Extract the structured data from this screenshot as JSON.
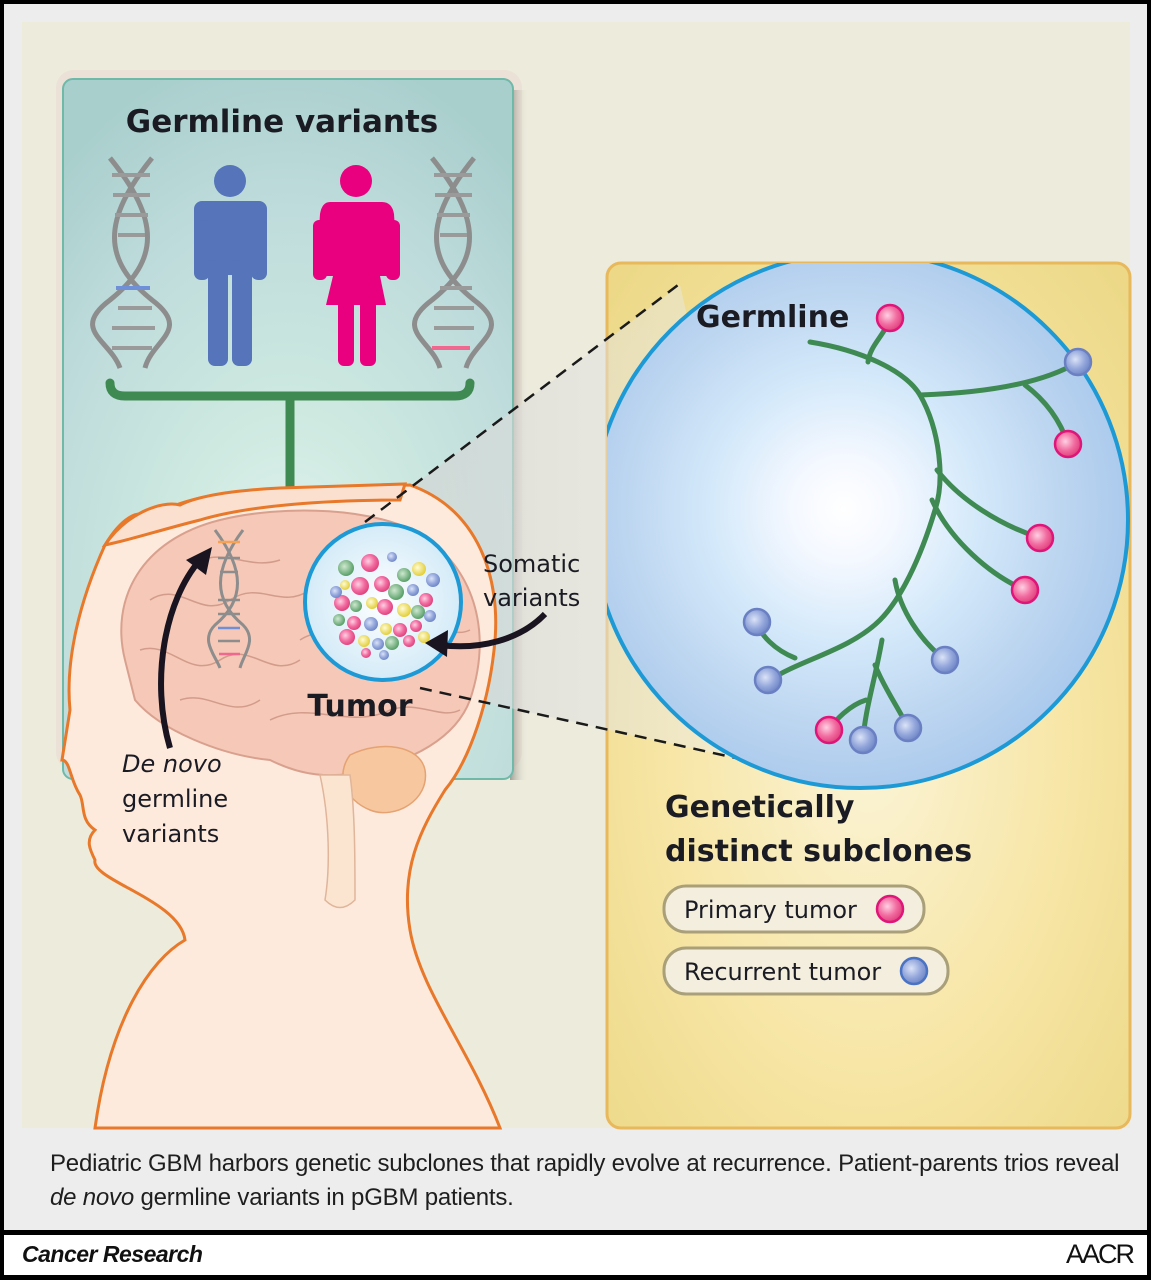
{
  "figure": {
    "type": "graphical-abstract",
    "colors": {
      "panel_teal": "#b9dcd9",
      "panel_yellow": "#ecd98a",
      "background_cream": "#ecebdc",
      "outer_margin": "#ededed",
      "father_blue": "#5574b9",
      "mother_magenta": "#e8007f",
      "tree_green": "#3f8a52",
      "primary_pink": "#ec4f8c",
      "recurrent_blue": "#8b9fd6",
      "circle_outline": "#1d9ad6",
      "skin": "#fdeadc",
      "skin_outline": "#e8782a",
      "brain": "#f5c8b7"
    }
  },
  "germline_panel": {
    "title": "Germline variants",
    "icons": [
      "dna-helix-icon",
      "male-figure-icon",
      "female-figure-icon",
      "dna-helix-icon"
    ]
  },
  "head": {
    "de_novo_label_italic": "De novo",
    "de_novo_label_rest_1": "germline",
    "de_novo_label_rest_2": "variants",
    "tumor_label": "Tumor",
    "somatic_label_1": "Somatic",
    "somatic_label_2": "variants"
  },
  "subclone_panel": {
    "circle_label": "Germline",
    "heading_line_1": "Genetically",
    "heading_line_2": "distinct subclones",
    "legend": [
      {
        "label": "Primary tumor",
        "color": "#ec4f8c",
        "icon": "pink-node-icon"
      },
      {
        "label": "Recurrent tumor",
        "color": "#8b9fd6",
        "icon": "blue-node-icon"
      }
    ],
    "tree_leaves": [
      {
        "type": "primary"
      },
      {
        "type": "recurrent"
      },
      {
        "type": "primary"
      },
      {
        "type": "primary"
      },
      {
        "type": "primary"
      },
      {
        "type": "recurrent"
      },
      {
        "type": "recurrent"
      },
      {
        "type": "recurrent"
      },
      {
        "type": "primary"
      },
      {
        "type": "recurrent"
      },
      {
        "type": "recurrent"
      }
    ]
  },
  "caption": {
    "part1": "Pediatric GBM harbors genetic subclones that rapidly evolve at recurrence. Patient-parents trios reveal ",
    "italic": "de novo",
    "part2": " germline variants in pGBM patients."
  },
  "footer": {
    "journal": "Cancer Research",
    "publisher": "AACR"
  }
}
